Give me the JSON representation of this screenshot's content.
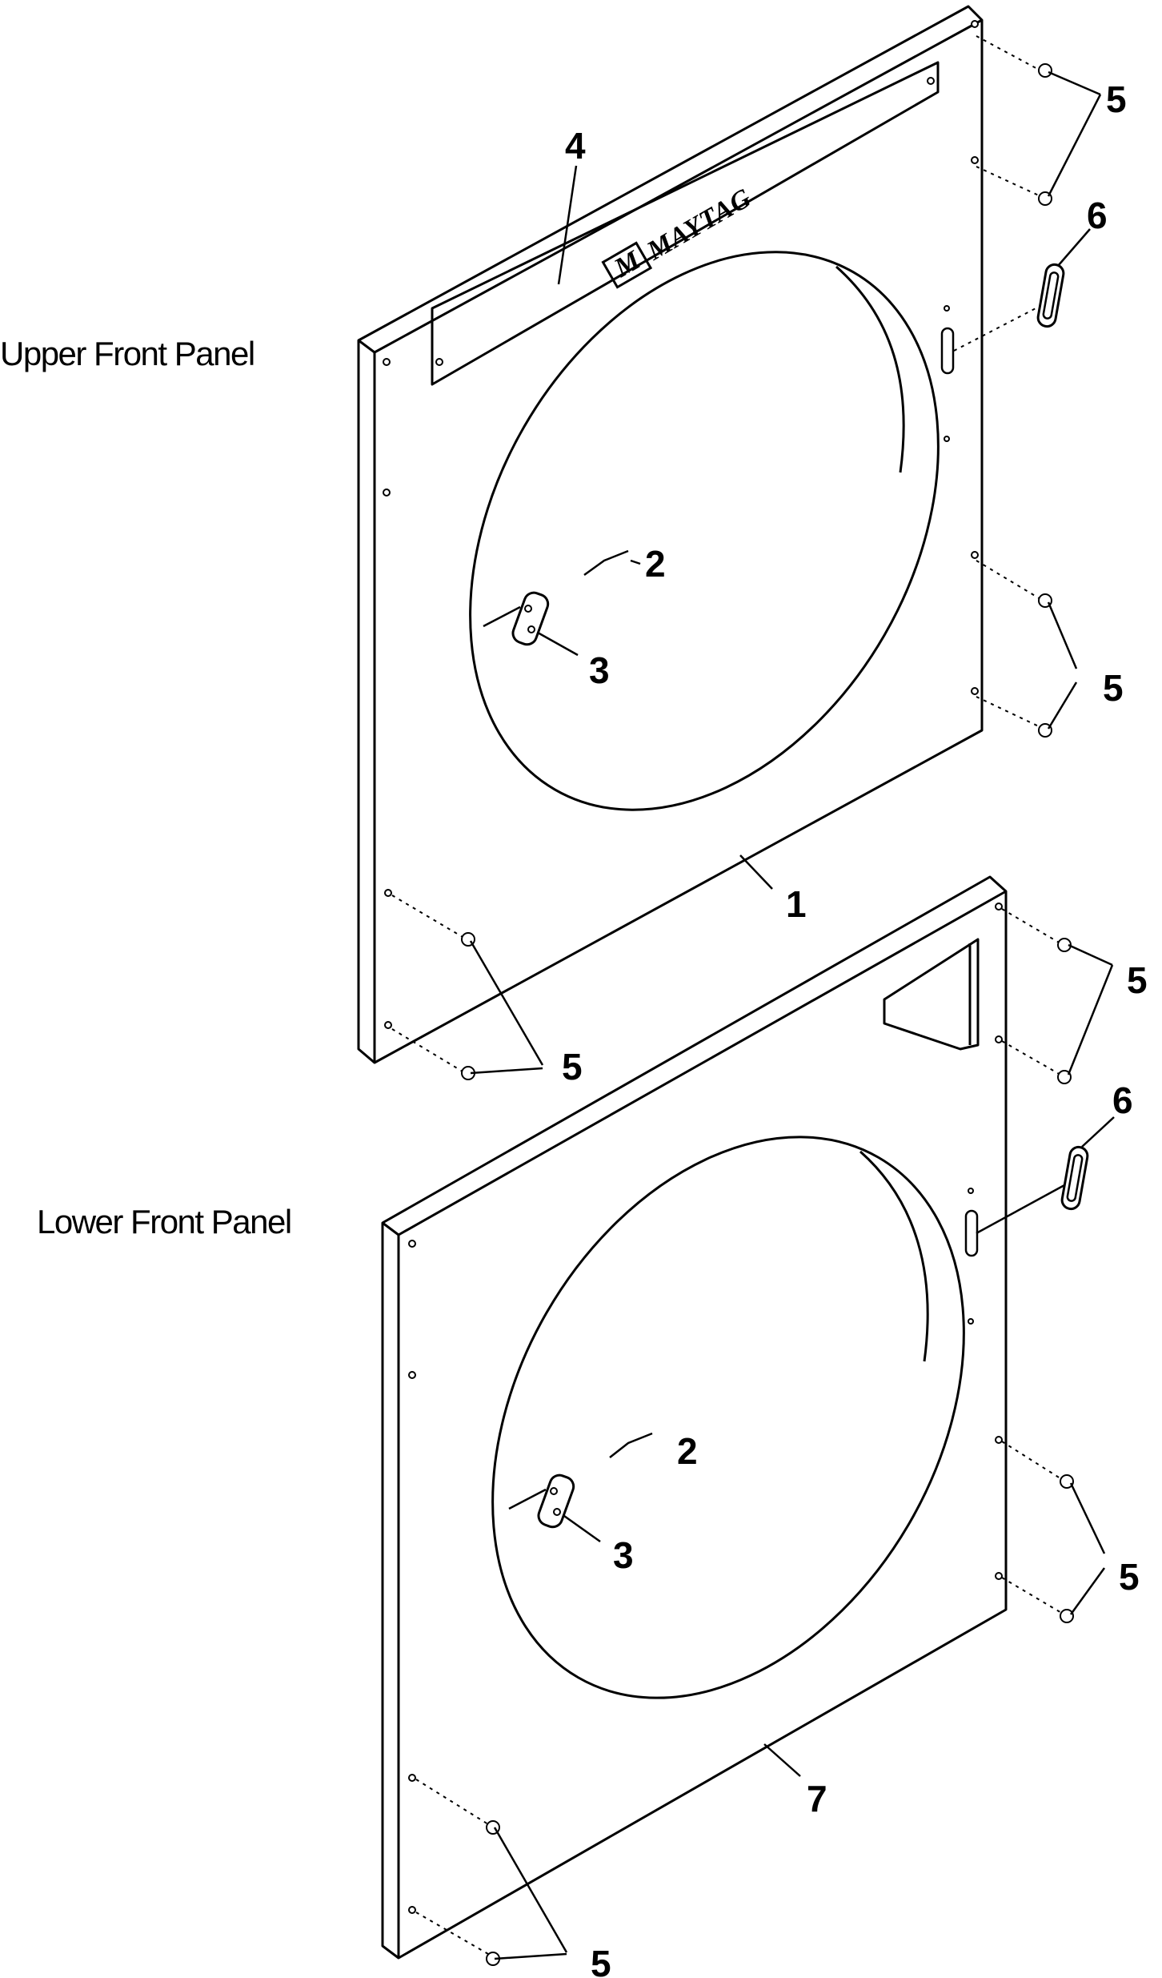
{
  "labels": {
    "upper_panel": "Upper Front Panel",
    "lower_panel": "Lower Front Panel"
  },
  "brand": "MAYTAG",
  "callouts": {
    "upper_panel": "1",
    "spring": "2",
    "bracket": "3",
    "control_strip": "4",
    "screw": "5",
    "button": "6",
    "lower_panel": "7"
  }
}
